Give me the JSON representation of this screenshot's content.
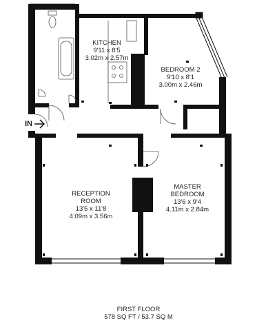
{
  "rooms": {
    "kitchen": {
      "name": "KITCHEN",
      "imperial": "9'11 x 8'5",
      "metric": "3.02m x 2.57m"
    },
    "bedroom2": {
      "name": "BEDROOM 2",
      "imperial": "9'10 x 8'1",
      "metric": "3.00m x 2.46m"
    },
    "reception": {
      "name_line1": "RECEPTION",
      "name_line2": "ROOM",
      "imperial": "13'5 x 11'8",
      "metric": "4.09m x 3.56m"
    },
    "master": {
      "name_line1": "MASTER",
      "name_line2": "BEDROOM",
      "imperial": "13'6 x 9'4",
      "metric": "4.11m x 2.84m"
    }
  },
  "entrance": {
    "label": "IN"
  },
  "floor": {
    "title": "FIRST FLOOR",
    "area": "578 SQ FT / 53.7 SQ M"
  },
  "colors": {
    "wall": "#111111",
    "fixture": "#555555",
    "background": "#ffffff"
  }
}
